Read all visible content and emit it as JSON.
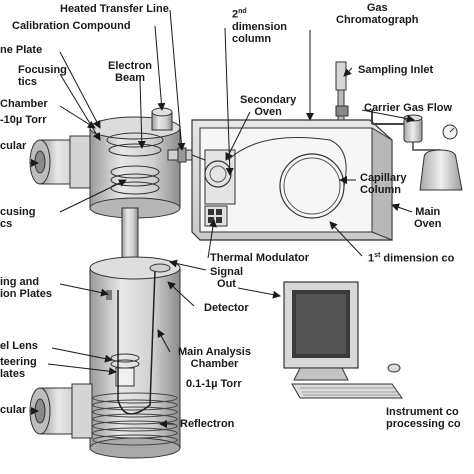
{
  "labels": {
    "heated_transfer_line": "Heated Transfer Line",
    "calibration_compound": "Calibration Compound",
    "second_dim_1": "2",
    "second_dim_sup": "nd",
    "second_dim_2": "dimension",
    "second_dim_3": "column",
    "gas_chromatograph_1": "Gas",
    "gas_chromatograph_2": "Chromatograph",
    "ne_plate": "ne Plate",
    "focusing_1": "Focusing",
    "focusing_2": "tics",
    "electron_beam_1": "Electron",
    "electron_beam_2": "Beam",
    "sampling_inlet": "Sampling Inlet",
    "chamber": "Chamber",
    "vacuum_top": "-10µ Torr",
    "secondary_oven_1": "Secondary",
    "secondary_oven_2": "Oven",
    "carrier_gas_flow": "Carrier Gas Flow",
    "cular_top": "cular",
    "capillary_column_1": "Capillary",
    "capillary_column_2": "Column",
    "main_oven_1": "Main",
    "main_oven_2": "Oven",
    "cusing_1": "cusing",
    "cusing_2": "cs",
    "thermal_modulator": "Thermal Modulator",
    "first_dim_1": "1",
    "first_dim_sup": "st",
    "first_dim_2": " dimension co",
    "ing_and_1": "ing and",
    "ing_and_2": "ion Plates",
    "signal_out_1": "Signal",
    "signal_out_2": "Out",
    "detector": "Detector",
    "el_lens": "el Lens",
    "steering_1": "teering",
    "steering_2": "lates",
    "main_analysis_1": "Main Analysis",
    "main_analysis_2": "Chamber",
    "vacuum_bottom": "0.1-1µ Torr",
    "cular_bottom": "cular",
    "reflectron": "Reflectron",
    "instrument_1": "Instrument co",
    "instrument_2": "processing co"
  },
  "colors": {
    "ink": "#1a1a1a",
    "metal_light": "#e4e4e4",
    "metal_mid": "#bdbdbd",
    "metal_dark": "#8a8a8a",
    "oven_fill": "#f2f2f2",
    "screen": "#3a3a3a"
  }
}
